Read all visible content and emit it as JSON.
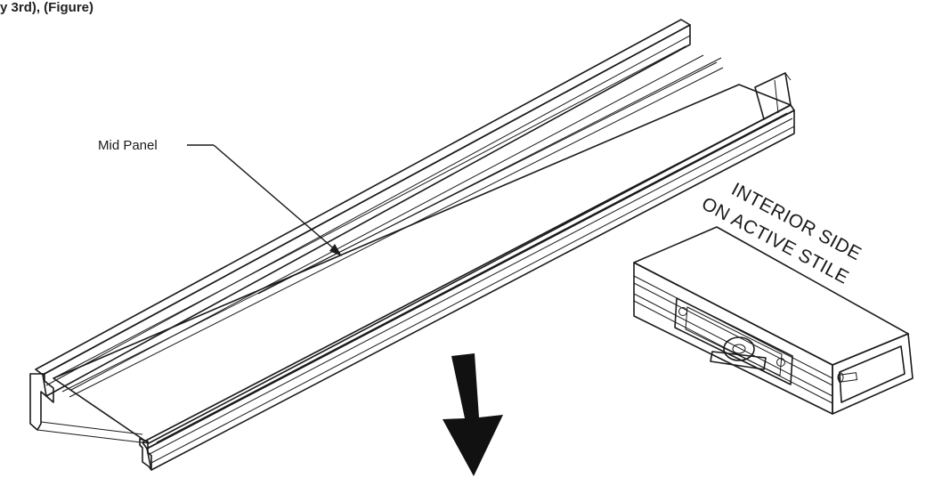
{
  "heading_fragment": "y 3rd), (Figure)",
  "labels": {
    "mid_panel": "Mid Panel",
    "interior_side_line1": "INTERIOR SIDE",
    "interior_side_line2": "ON ACTIVE STILE"
  },
  "colors": {
    "line": "#1a1a1a",
    "panel_fill": "#f4f4f4",
    "flange_fill": "#ebebeb",
    "shade_fill": "#d8d8d8",
    "hardware_fill": "#9a9a9a",
    "arrow_fill": "#111111"
  },
  "icons": {
    "direction_arrow": "arrow-down-icon"
  }
}
